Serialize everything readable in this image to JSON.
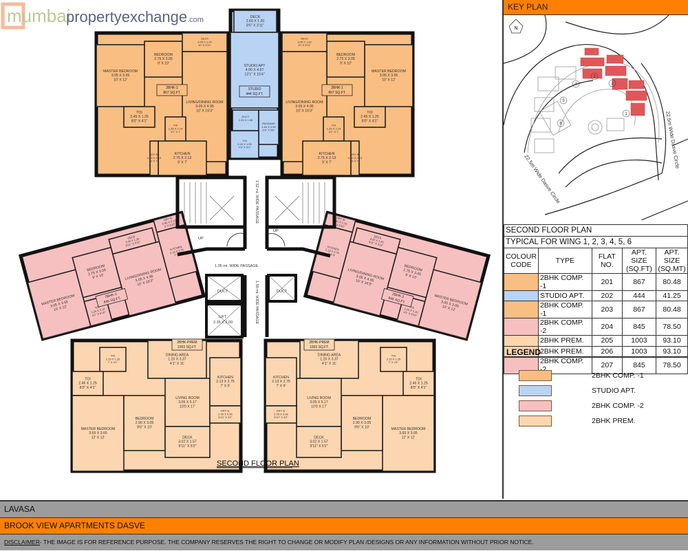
{
  "colors": {
    "comp1": "#F9BE82",
    "studio": "#B9D3F5",
    "comp2": "#F7C0C0",
    "prem": "#FCD6B0",
    "header": "#ff8000",
    "keyplan_highlight": "#e0575a"
  },
  "plan": {
    "title": "SECOND FLOOR PLAN",
    "watermark": {
      "line1": "mumbai",
      "line2": "propertyexchange",
      "suffix": ".com"
    },
    "core": {
      "passage_vertical": "1.52 mt. WIDE PASSAGE",
      "passage_horizontal": "1.35 mt. WIDE PASSAGE",
      "passage_lower": "1.50 mt. WIDE PASSAGE",
      "duct": "DUCT",
      "lift": "LIFT",
      "lift_dim": "2.35 X 2.00",
      "up": "UP"
    },
    "comp1": {
      "rooms": [
        {
          "name": "MASTER BEDROOM",
          "m": "3.05 X 3.65",
          "ft": "10' X 12'"
        },
        {
          "name": "BEDROOM",
          "m": "2.75 X 3.05",
          "ft": "9' X 10'"
        },
        {
          "name": "DECK",
          "m": "3.05 X 1.20",
          "ft": "10' X 3'11\""
        },
        {
          "name": "LIVING/DINING ROOM",
          "m": "3.05 X 4.95",
          "ft": "10' X 16'3\""
        },
        {
          "name": "TOI",
          "m": "2.45 X 1.25",
          "ft": "8'0\" X 4'1\""
        },
        {
          "name": "TOI",
          "m": "1.25 X 2.14",
          "ft": "4'1\" X 7'"
        },
        {
          "name": "KITCHEN",
          "m": "2.75 X 2.13",
          "ft": "9' X 7'"
        },
        {
          "name": "DRY B.",
          "m": "0.92 X 2.13",
          "ft": "3' X 7'"
        }
      ],
      "area": {
        "name": "2BHK-1",
        "size": "867 SQ.FT."
      }
    },
    "studio": {
      "rooms": [
        {
          "name": "DECK",
          "m": "2.60 X 1.20",
          "ft": "8'6\" X 3'11\""
        },
        {
          "name": "STUDIO APT",
          "m": "4.00 X 4.67",
          "ft": "13'1\" X 15'4\""
        },
        {
          "name": "DUCT",
          "m": "2.20 X 1.55",
          "ft": ""
        },
        {
          "name": "PASSAGE",
          "m": "1.60 X 2.90",
          "ft": "5'3\" X 9'6\""
        },
        {
          "name": "TOI",
          "m": "2.20 X 1.25",
          "ft": "7'3\" X 4'1\""
        }
      ],
      "area": {
        "name": "STUDIO",
        "size": "444 SQ.FT."
      }
    },
    "comp2": {
      "rooms": [
        {
          "name": "MASTER BEDROOM",
          "m": "3.05 X 3.65",
          "ft": "10' X 12'"
        },
        {
          "name": "BEDROOM",
          "m": "2.75 X 3.05",
          "ft": "9' X 10'"
        },
        {
          "name": "DECK",
          "m": "3.02 X 1.20",
          "ft": "9'11\" X 3'11\""
        },
        {
          "name": "LIVING/DINING ROOM",
          "m": "3.05 X 4.95",
          "ft": "10' X 16'3\""
        },
        {
          "name": "KITCHEN",
          "m": "2.13 X 2.75",
          "ft": "7' X 9'"
        },
        {
          "name": "DRY B.",
          "m": "0.92 X 2.10",
          "ft": "3' X 6'10\""
        },
        {
          "name": "TOI",
          "m": "1.25 X 2.10",
          "ft": "4'1\" X 6'10\""
        }
      ],
      "area": {
        "name": "2BHK-2",
        "size": "845 SQ.FT."
      }
    },
    "prem": {
      "rooms": [
        {
          "name": "TOI",
          "m": "2.15 X 1.25",
          "ft": "7' X 4'1\""
        },
        {
          "name": "TOI",
          "m": "2.46 X 1.25",
          "ft": "8'0\" X 4'1\""
        },
        {
          "name": "MASTER BEDROOM",
          "m": "3.65 X 3.65",
          "ft": "12' X 12'"
        },
        {
          "name": "BEDROOM",
          "m": "2.90 X 3.05",
          "ft": "9'6\" X 10'"
        },
        {
          "name": "DINING AREA",
          "m": "1.25 X 3.37",
          "ft": "4'1\" X 11'"
        },
        {
          "name": "LIVING ROOM",
          "m": "3.05 X 5.17",
          "ft": "10'0 X 17'"
        },
        {
          "name": "KITCHEN",
          "m": "2.13 X 2.75",
          "ft": "7' X 9'"
        },
        {
          "name": "DRY B.",
          "m": "2.09 X 0.96",
          "ft": "6'10\" X 3'2\""
        },
        {
          "name": "DECK",
          "m": "3.02 X 1.57",
          "ft": "9'11\" X 5'2\""
        }
      ],
      "area": {
        "name": "2BHK-PREM",
        "size": "1003 SQ.FT."
      }
    }
  },
  "key_plan": {
    "title": "KEY PLAN",
    "north": "N",
    "road_label_right": "22.5m Wide Dasve Circle",
    "road_label_left": "22.5m Wide Dasve Circle",
    "wing_numbers": [
      "1",
      "2",
      "3",
      "4",
      "5",
      "6"
    ]
  },
  "table": {
    "title": "SECOND FLOOR PLAN",
    "subtitle": "TYPICAL FOR WING 1, 2, 3, 4, 5, 6",
    "headers": [
      "COLOUR CODE",
      "TYPE",
      "FLAT NO.",
      "APT. SIZE (SQ.FT)",
      "APT. SIZE (SQ.MT)"
    ],
    "rows": [
      {
        "color": "#F9BE82",
        "type": "2BHK COMP. -1",
        "flat": "201",
        "sqft": "867",
        "sqmt": "80.48"
      },
      {
        "color": "#B9D3F5",
        "type": "STUDIO APT.",
        "flat": "202",
        "sqft": "444",
        "sqmt": "41.25"
      },
      {
        "color": "#F9BE82",
        "type": "2BHK COMP. -1",
        "flat": "203",
        "sqft": "867",
        "sqmt": "80.48"
      },
      {
        "color": "#F7C0C0",
        "type": "2BHK COMP. -2",
        "flat": "204",
        "sqft": "845",
        "sqmt": "78.50"
      },
      {
        "color": "#FCD6B0",
        "type": "2BHK PREM.",
        "flat": "205",
        "sqft": "1003",
        "sqmt": "93.10"
      },
      {
        "color": "#FCD6B0",
        "type": "2BHK PREM.",
        "flat": "206",
        "sqft": "1003",
        "sqmt": "93.10"
      },
      {
        "color": "#F7C0C0",
        "type": "2BHK COMP. -2",
        "flat": "207",
        "sqft": "845",
        "sqmt": "78.50"
      }
    ]
  },
  "legend": {
    "title": "LEGEND",
    "items": [
      {
        "color": "#F9BE82",
        "label": "2BHK COMP. -1"
      },
      {
        "color": "#B9D3F5",
        "label": "STUDIO APT."
      },
      {
        "color": "#F7C0C0",
        "label": "2BHK COMP. -2"
      },
      {
        "color": "#FCD6B0",
        "label": "2BHK PREM."
      }
    ]
  },
  "footer": {
    "location": "LAVASA",
    "project": "BROOK VIEW APARTMENTS DASVE",
    "disclaimer_label": "DISCLAIMER",
    "disclaimer_text": "- THE IMAGE IS FOR REFERENCE PURPOSE. THE COMPANY RESERVES THE RIGHT TO CHANGE OR MODIFY PLAN /DESIGNS OR ANY INFORMATION WITHOUT PRIOR NOTICE."
  }
}
